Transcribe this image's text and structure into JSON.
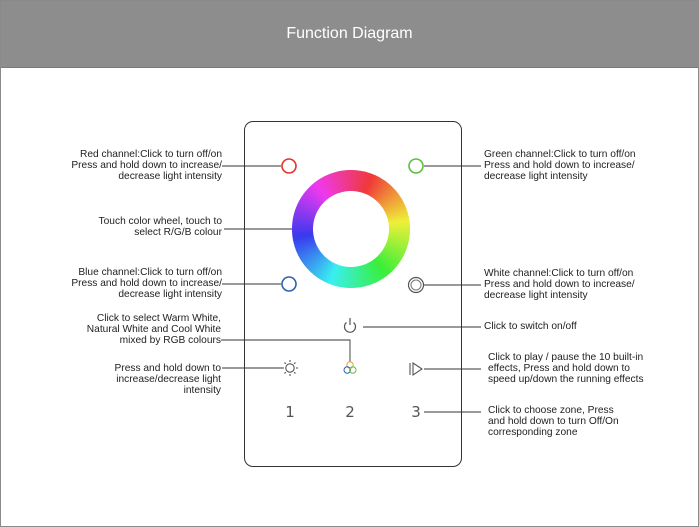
{
  "header": {
    "title": "Function Diagram"
  },
  "callouts": {
    "red": {
      "lines": [
        "Red channel:Click to turn off/on",
        "Press and hold down to increase/",
        "decrease light intensity"
      ]
    },
    "wheel": {
      "lines": [
        "Touch color wheel, touch to",
        "select R/G/B colour"
      ]
    },
    "blue": {
      "lines": [
        "Blue channel:Click to turn off/on",
        "Press and hold down to increase/",
        "decrease light intensity"
      ]
    },
    "mix": {
      "lines": [
        "Click to select Warm White,",
        "Natural White and Cool White",
        "mixed by RGB colours"
      ]
    },
    "bright": {
      "lines": [
        "Press and hold down to",
        "increase/decrease light",
        "intensity"
      ]
    },
    "green": {
      "lines": [
        "Green channel:Click to turn off/on",
        "Press and hold down to increase/",
        "decrease light intensity"
      ]
    },
    "white": {
      "lines": [
        "White channel:Click to turn off/on",
        "Press and hold down to increase/",
        "decrease light intensity"
      ]
    },
    "power": {
      "lines": [
        "Click to switch on/off"
      ]
    },
    "play": {
      "lines": [
        "Click to play / pause the 10 built-in",
        "effects, Press and hold down to",
        "speed up/down the running effects"
      ]
    },
    "zone": {
      "lines": [
        "Click to choose zone, Press",
        "and hold down to turn Off/On",
        "corresponding zone"
      ]
    }
  },
  "zones": {
    "z1": "1",
    "z2": "2",
    "z3": "3"
  },
  "colors": {
    "red": "#e8302a",
    "green": "#5cbf3c",
    "blue": "#2d62a9",
    "header": "#8d8d8d"
  }
}
